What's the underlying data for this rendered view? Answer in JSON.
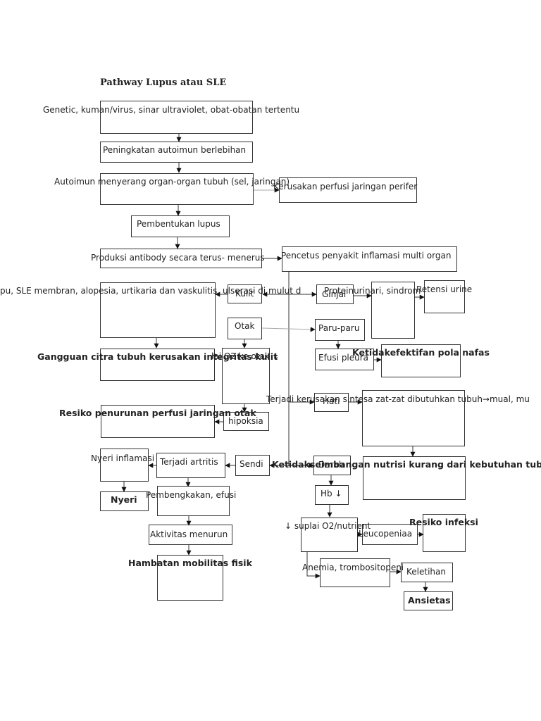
{
  "title": "Pathway Lupus atau SLE",
  "nodes": {
    "genetic": "Genetic, kuman/virus, sinar ultraviolet, obat-obatan tertentu",
    "peningkatan": "Peningkatan autoimun berlebihan",
    "autoimun": "Autoimun menyerang organ-organ tubuh (sel, jaringan)",
    "kerusakan_perfusi": "Kerusakan perfusi jaringan perifer",
    "pembentukan": "Pembentukan lupus",
    "produksi": "Produksi antibody secara terus- menerus",
    "pencetus": "Pencetus penyakit inflamasi multi organ",
    "kulit_desc": "pu, SLE membran, alopesia, urtikaria dan vaskulitis, ulserasi di mulut d",
    "kulit": "Kulit",
    "ginjal": "Ginjal",
    "proteinuria": "Proteinurinari, sindrom",
    "retensi": "Retensi urine",
    "otak": "Otak",
    "paru": "Paru-paru",
    "gangguan_citra": "Gangguan citra tubuh kerusakan integritas kulit",
    "suplai_otak": "lai O2 ke otak ↓",
    "efusi_pleura": "Efusi pleura",
    "ketidakefektifan": "Ketidakefektifan pola nafas",
    "terjadi_kerusakan": "Terjadi kerusakan sintesa zat-zat dibutuhkan tubuh→mual, mu",
    "hati": "Hati",
    "resiko_perfusi": "Resiko penurunan perfusi jaringan otak",
    "hipoksia": "hipoksia",
    "nyeri_inflamasi": "Nyeri inflamasi",
    "artritis": "Terjadi artritis",
    "sendi": "Sendi",
    "ketidakseimbangan": "Ketidakseimbangan nutrisi kurang dari kebutuhan tub",
    "darah": "Darah",
    "nyeri": "Nyeri",
    "pembengkakan": "Pembengkakan, efusi",
    "hb": "Hb ↓",
    "suplai_nutrient": "↓ suplai O2/nutrient",
    "leucopeniaa": "Leucopeniaa",
    "resiko_infeksi": "Resiko infeksi",
    "aktivitas": "Aktivitas menurun",
    "hambatan": "Hambatan mobilitas fisik",
    "anemia": "Anemia, trombositopeni",
    "keletihan": "Keletihan",
    "ansietas": "Ansietas"
  }
}
